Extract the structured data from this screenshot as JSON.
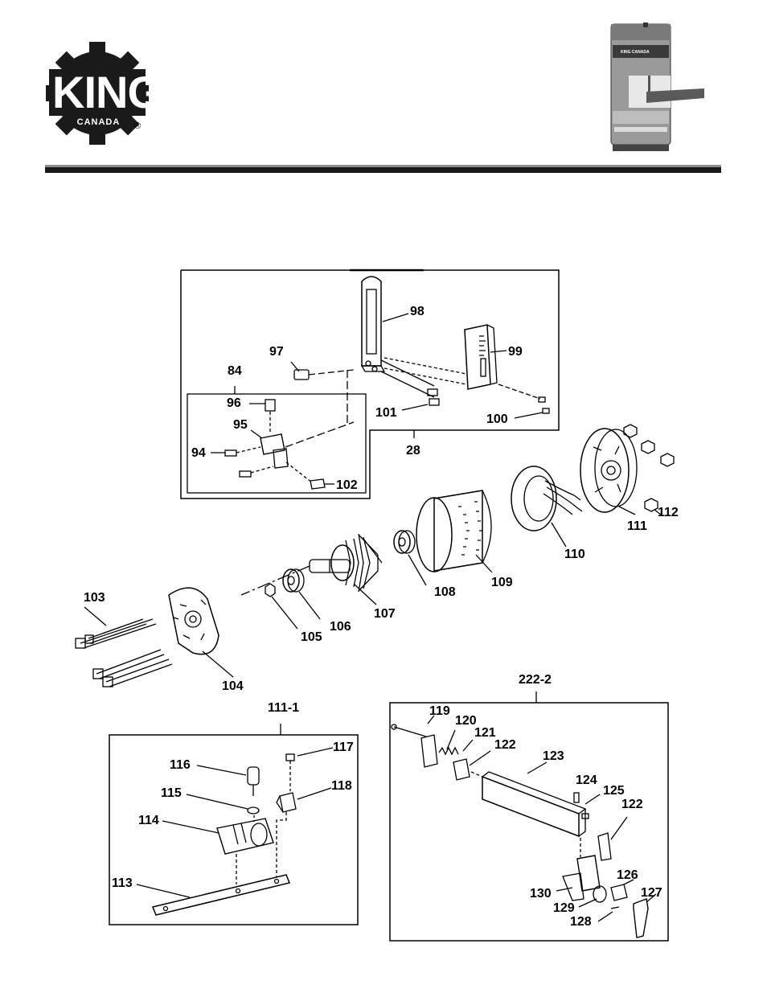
{
  "brand": {
    "name": "KING",
    "subname": "CANADA",
    "registered": "®"
  },
  "machine_badge": "KING CANADA",
  "assemblies": {
    "fence": "28",
    "guide": "84",
    "motor_end": "111-1",
    "tension": "222-2"
  },
  "parts": [
    {
      "id": "p98",
      "label": "98"
    },
    {
      "id": "p97",
      "label": "97"
    },
    {
      "id": "p99",
      "label": "99"
    },
    {
      "id": "p96",
      "label": "96"
    },
    {
      "id": "p95",
      "label": "95"
    },
    {
      "id": "p94",
      "label": "94"
    },
    {
      "id": "p101",
      "label": "101"
    },
    {
      "id": "p100",
      "label": "100"
    },
    {
      "id": "p102",
      "label": "102"
    },
    {
      "id": "p112",
      "label": "112"
    },
    {
      "id": "p111",
      "label": "111"
    },
    {
      "id": "p110",
      "label": "110"
    },
    {
      "id": "p109",
      "label": "109"
    },
    {
      "id": "p108",
      "label": "108"
    },
    {
      "id": "p107",
      "label": "107"
    },
    {
      "id": "p106",
      "label": "106"
    },
    {
      "id": "p105",
      "label": "105"
    },
    {
      "id": "p103",
      "label": "103"
    },
    {
      "id": "p104",
      "label": "104"
    },
    {
      "id": "p117",
      "label": "117"
    },
    {
      "id": "p116",
      "label": "116"
    },
    {
      "id": "p118",
      "label": "118"
    },
    {
      "id": "p115",
      "label": "115"
    },
    {
      "id": "p114",
      "label": "114"
    },
    {
      "id": "p113",
      "label": "113"
    },
    {
      "id": "p119",
      "label": "119"
    },
    {
      "id": "p120",
      "label": "120"
    },
    {
      "id": "p121",
      "label": "121"
    },
    {
      "id": "p122a",
      "label": "122"
    },
    {
      "id": "p123",
      "label": "123"
    },
    {
      "id": "p124",
      "label": "124"
    },
    {
      "id": "p125",
      "label": "125"
    },
    {
      "id": "p122b",
      "label": "122"
    },
    {
      "id": "p126",
      "label": "126"
    },
    {
      "id": "p127",
      "label": "127"
    },
    {
      "id": "p130",
      "label": "130"
    },
    {
      "id": "p129",
      "label": "129"
    },
    {
      "id": "p128",
      "label": "128"
    }
  ]
}
